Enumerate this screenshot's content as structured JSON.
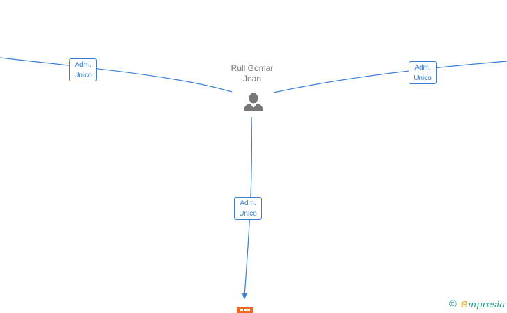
{
  "person": {
    "name_line1": "Rull Gomar",
    "name_line2": "Joan",
    "icon": "person-icon"
  },
  "edges": [
    {
      "id": "edge-left",
      "line1": "Adm.",
      "line2": "Unico"
    },
    {
      "id": "edge-right",
      "line1": "Adm.",
      "line2": "Unico"
    },
    {
      "id": "edge-bottom",
      "line1": "Adm.",
      "line2": "Unico"
    }
  ],
  "company": {
    "icon": "company-building-icon",
    "color": "#f26522"
  },
  "watermark": {
    "symbol": "©",
    "brand_initial": "e",
    "brand_rest": "mpresia"
  },
  "colors": {
    "edge": "#3a7fd5",
    "person": "#777777",
    "brand": "#2b9a8a",
    "brand_accent": "#e8a21a"
  }
}
